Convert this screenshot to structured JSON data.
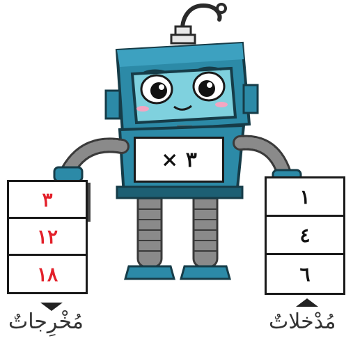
{
  "machine": {
    "operation": "× ٣"
  },
  "outputs": {
    "label": "مُخْرِجاتٌ",
    "values": [
      "٣",
      "١٢",
      "١٨"
    ]
  },
  "inputs": {
    "label": "مُدْخلاتٌ",
    "values": [
      "١",
      "٤",
      "٦"
    ]
  },
  "colors": {
    "robot_teal": "#2c8aa7",
    "robot_dark": "#1d5f73",
    "output_text": "#e3202a",
    "leg_gray": "#8a8a8a"
  }
}
